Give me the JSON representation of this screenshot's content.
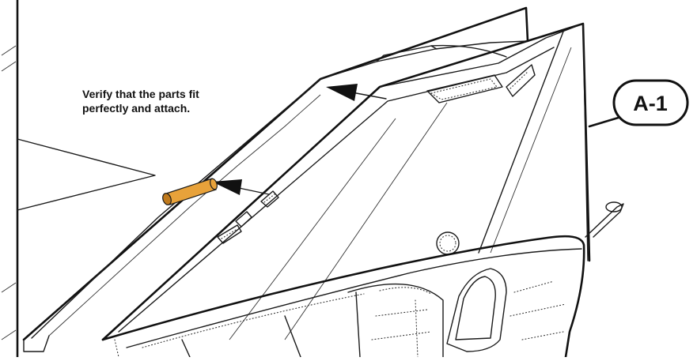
{
  "callout": {
    "line1": "Verify that the parts fit",
    "line2": "perfectly and attach."
  },
  "badge": {
    "label": "A-1"
  },
  "colors": {
    "part_pin": "#e8a23a",
    "part_pin_shade": "#c07a1c",
    "line": "#1a1a1a",
    "background": "#ffffff"
  },
  "icons": {
    "pin": "cylindrical-pin-icon",
    "arrow": "insertion-arrow-icon"
  }
}
